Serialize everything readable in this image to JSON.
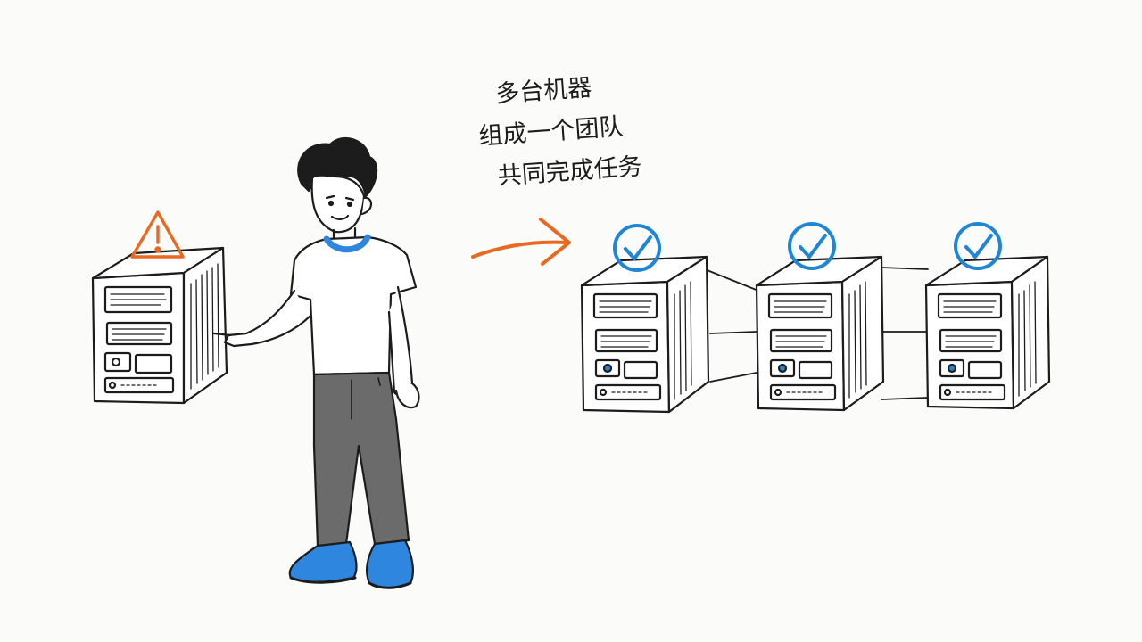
{
  "caption": {
    "lines": [
      "多台机器",
      "组成一个团队",
      "共同完成任务"
    ]
  },
  "colors": {
    "ink": "#1c1c1c",
    "warning": "#e8691f",
    "check": "#1f86d6",
    "shirt_collar": "#2f86de",
    "pants": "#6b6b6b",
    "shoes": "#2f86de",
    "paper": "#fbfbfa"
  },
  "icons": {
    "warning": "warning-triangle-icon",
    "check": "check-circle-icon",
    "arrow": "arrow-right-icon"
  },
  "servers": {
    "single": {
      "status": "warning"
    },
    "team": [
      {
        "status": "ok"
      },
      {
        "status": "ok"
      },
      {
        "status": "ok"
      }
    ]
  }
}
